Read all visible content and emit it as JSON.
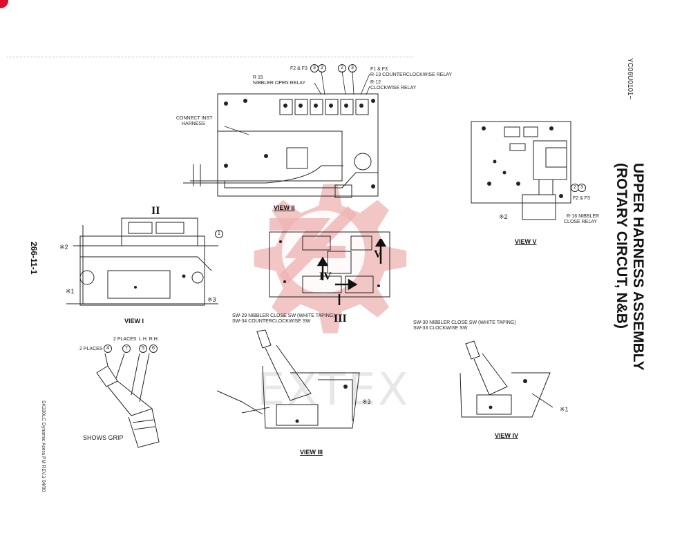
{
  "title": {
    "line1": "UPPER HARNESS ASSEMBLY",
    "line2": "(ROTARY CIRCUT, N&B)"
  },
  "doc_code": "YC06U0101~",
  "page_number": "266-11-1",
  "footer_ref": "SK330LC Dynamic Acera PM REV.1 04/00",
  "watermark_text": "EXTEX",
  "colors": {
    "watermark": "#e8a0a0",
    "ink": "#111111",
    "corner_mark": "#d8102a"
  },
  "view2": {
    "title": "VIEW II",
    "marker": "II",
    "label_f2f3": "F2 & F3",
    "label_f1f3": "F1 & F3",
    "label_r15": "R 15",
    "label_nibbler_open": "NIBBLER OPEN RELAY",
    "label_r13": "R-13 COUNTERCLOCKWISE RELAY",
    "label_r12": "R-12",
    "label_clockwise_relay": "CLOCKWISE RELAY",
    "label_connect": "CONNECT INST",
    "label_harness": "HARNESS",
    "callouts": [
      "3",
      "2",
      "2",
      "3"
    ]
  },
  "view5": {
    "title": "VIEW V",
    "marker": "V",
    "label_f2f3": "F2 & F3",
    "label_r16": "R-16 NIBBLER",
    "label_close_relay": "CLOSE RELAY",
    "label_note2": "※2",
    "callouts": [
      "2",
      "3"
    ]
  },
  "view1": {
    "title": "VIEW I",
    "note1": "※1",
    "note2": "※2",
    "note3": "※3",
    "callout": "1"
  },
  "view3": {
    "title": "VIEW III",
    "marker": "III",
    "marker4": "IV",
    "label_sw29": "SW-29 NIBBLER CLOSE SW (WHITE TAPING)",
    "label_sw34": "SW-34 COUNTERCLOCKWISE SW",
    "note3": "※3"
  },
  "view4": {
    "title": "VIEW IV",
    "label_sw30": "SW-30 NIBBLER CLOSE SW (WHITE TAPING)",
    "label_sw33": "SW-33 CLOCKWISE SW",
    "note1": "※1"
  },
  "grip": {
    "label_2places_a": "2 PLACES",
    "label_2places_b": "2 PLACES",
    "label_lh_rh": "L.H. R.H.",
    "label_shows_grip": "SHOWS GRIP",
    "callouts": [
      "4",
      "7",
      "5",
      "6"
    ]
  }
}
